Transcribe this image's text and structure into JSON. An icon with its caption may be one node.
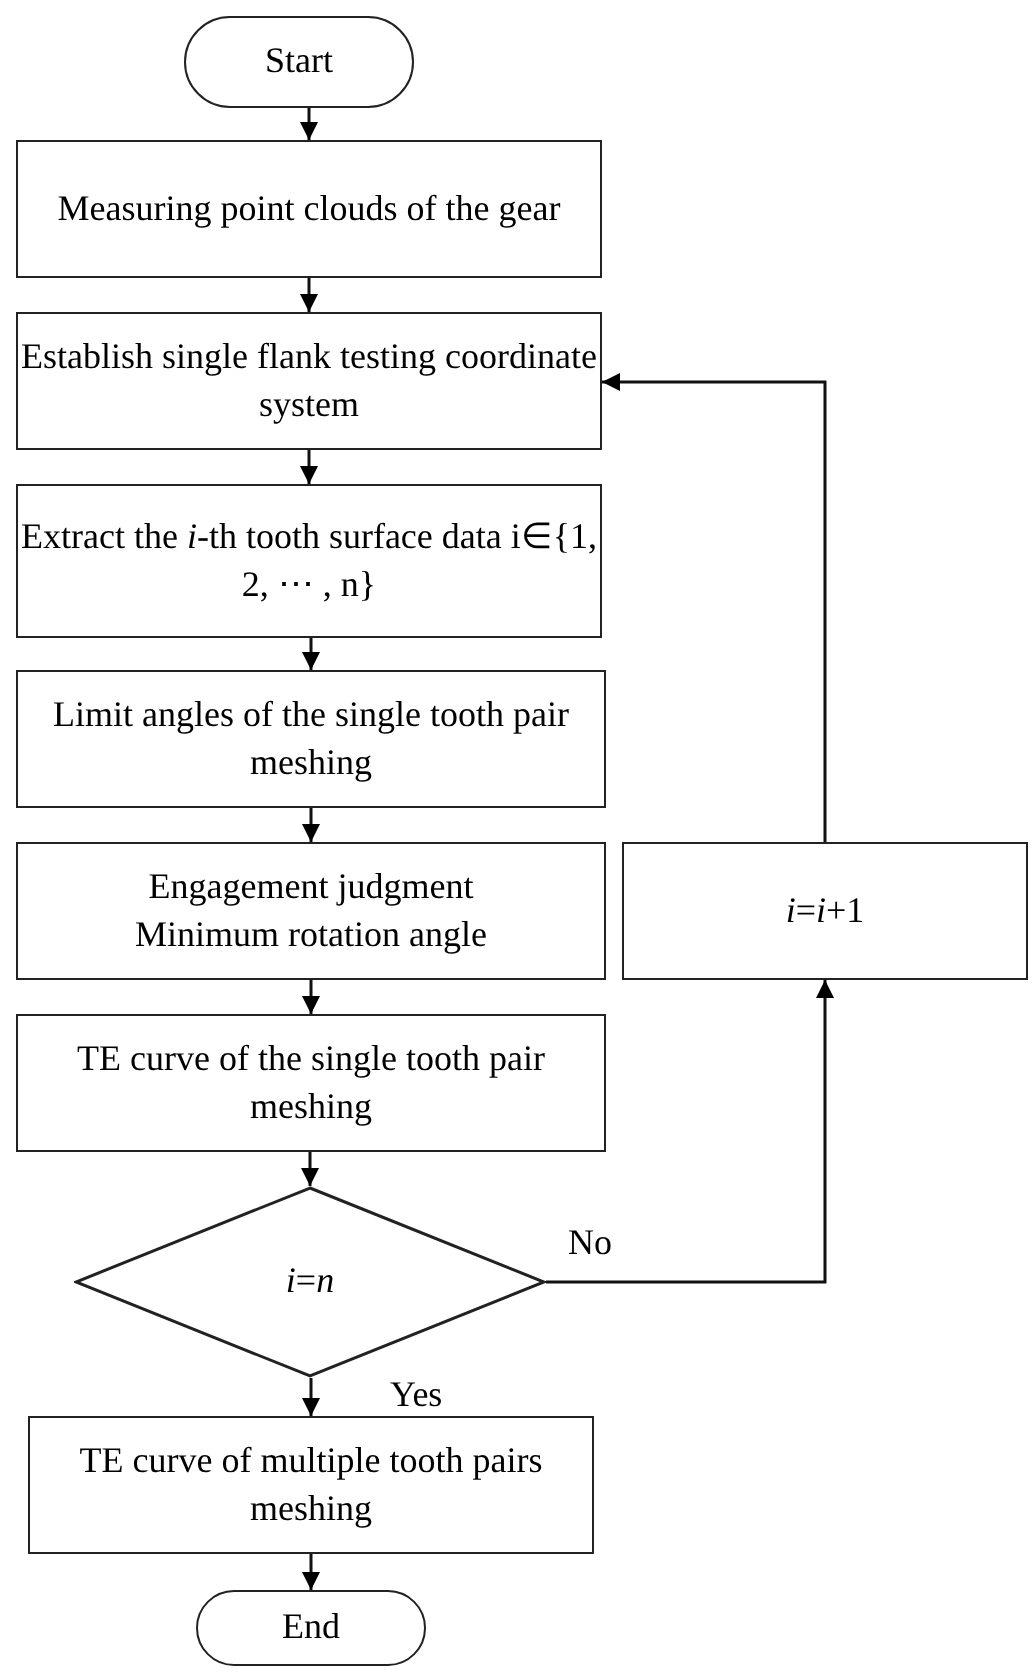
{
  "diagram": {
    "nodes": [
      {
        "text": [
          "Start"
        ]
      },
      {
        "text": [
          "Measuring point clouds of the gear"
        ]
      },
      {
        "text": [
          "Establish single flank testing coordinate system"
        ]
      },
      {
        "text": [
          "Extract the *i*-th tooth surface data i∈{1, 2, ⋯ , n}"
        ]
      },
      {
        "text": [
          "Limit angles of the single tooth pair meshing"
        ]
      },
      {
        "text": [
          "Engagement judgment",
          "Minimum rotation angle"
        ]
      },
      {
        "text": [
          "TE curve of the single tooth pair meshing"
        ]
      },
      {
        "text": [
          "*i*=*n*"
        ]
      },
      {
        "text": [
          "TE curve of multiple tooth pairs meshing"
        ]
      },
      {
        "text": [
          "End"
        ]
      },
      {
        "text": [
          "*i*=*i*+1"
        ]
      }
    ],
    "edges": [
      {
        "from": 0,
        "to": 1,
        "arrow": "to"
      },
      {
        "from": 1,
        "to": 2,
        "arrow": "to"
      },
      {
        "from": 2,
        "to": 3,
        "arrow": "to"
      },
      {
        "from": 3,
        "to": 4,
        "arrow": "to"
      },
      {
        "from": 4,
        "to": 5,
        "arrow": "to"
      },
      {
        "from": 5,
        "to": 6,
        "arrow": "to"
      },
      {
        "from": 6,
        "to": 7,
        "arrow": "to"
      },
      {
        "from": 7,
        "to": 8,
        "arrow": "to",
        "label": "Yes"
      },
      {
        "from": 8,
        "to": 9,
        "arrow": "to"
      },
      {
        "from": 7,
        "to": 10,
        "arrow": "to",
        "label": "No"
      },
      {
        "from": 10,
        "to": 2,
        "arrow": "to"
      }
    ]
  }
}
